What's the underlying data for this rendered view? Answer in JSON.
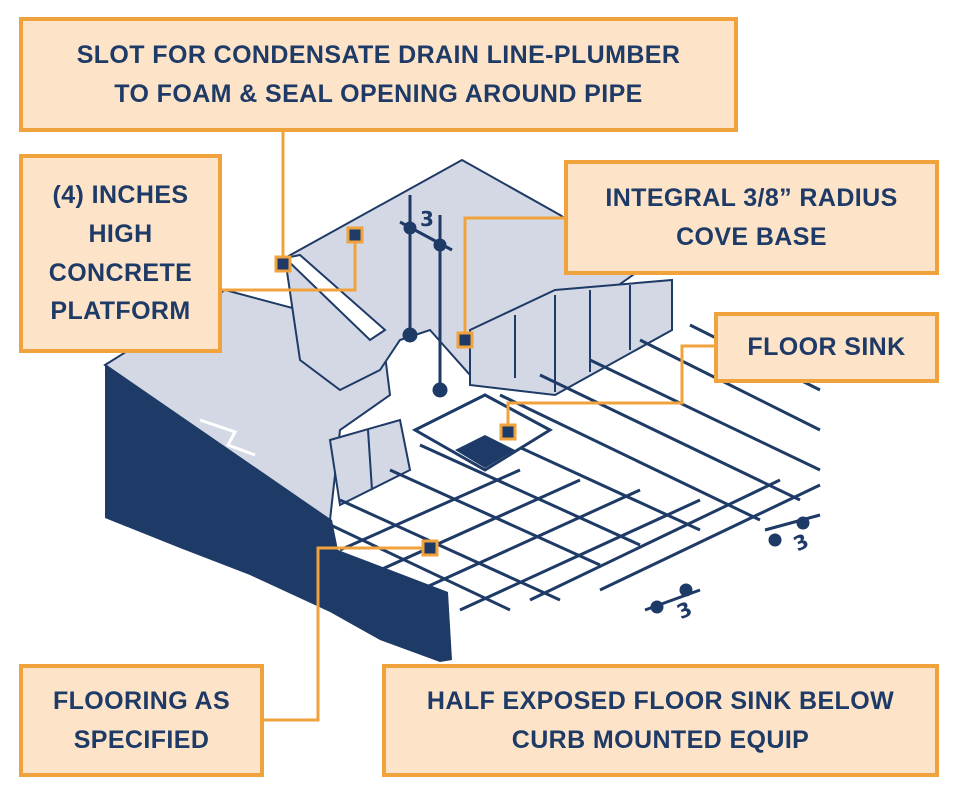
{
  "labels": {
    "slot": {
      "line1": "SLOT FOR CONDENSATE DRAIN LINE-PLUMBER",
      "line2": "TO FOAM & SEAL OPENING AROUND PIPE"
    },
    "platform": {
      "line1": "(4) INCHES",
      "line2": "HIGH",
      "line3": "CONCRETE",
      "line4": "PLATFORM"
    },
    "cove": {
      "line1": "INTEGRAL 3/8” RADIUS",
      "line2": "COVE BASE"
    },
    "sink": {
      "line1": "FLOOR SINK"
    },
    "flooring": {
      "line1": "FLOORING AS",
      "line2": "SPECIFIED"
    },
    "half": {
      "line1": "HALF EXPOSED FLOOR SINK BELOW",
      "line2": "CURB MOUNTED EQUIP"
    }
  },
  "dimensions": {
    "curb": "3",
    "floor_right": "3",
    "floor_front": "3"
  },
  "colors": {
    "navy": "#1e3a66",
    "platform_gray": "#d3d8e4",
    "label_fill": "#fde3c8",
    "label_border": "#f0a23c"
  }
}
